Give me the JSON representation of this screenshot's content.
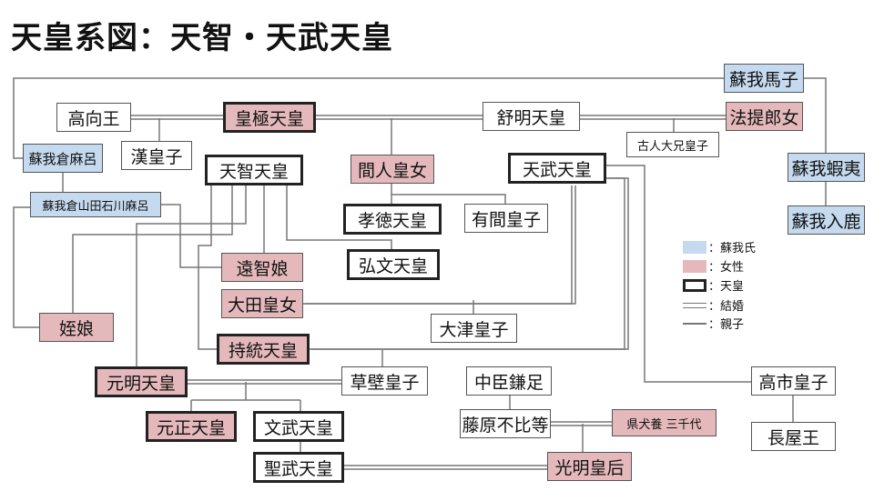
{
  "title": "天皇系図：天智・天武天皇",
  "nodes": {
    "soga_umako": "蘇我馬子",
    "kojin": "高向王",
    "kogyoku": "皇極天皇",
    "jomei": "舒明天皇",
    "hotei": "法提郎女",
    "kurayamada": "蘇我倉麻呂",
    "aya": "漢皇子",
    "furuhito": "古人大兄皇子",
    "emishi": "蘇我蝦夷",
    "tenji": "天智天皇",
    "hashihito": "間人皇女",
    "tenmu": "天武天皇",
    "iruka": "蘇我入鹿",
    "ishikawa": "蘇我倉山田石川麻呂",
    "kotoku": "孝徳天皇",
    "arima": "有間皇子",
    "ochi": "遠智娘",
    "kobun": "弘文天皇",
    "meinoiratsume": "姪娘",
    "ota": "大田皇女",
    "otsu": "大津皇子",
    "jito": "持統天皇",
    "genmei": "元明天皇",
    "kusakabe": "草壁皇子",
    "nakatomi": "中臣鎌足",
    "takechi": "高市皇子",
    "gensho": "元正天皇",
    "monmu": "文武天皇",
    "fujiwara": "藤原不比等",
    "michiyo": "県犬養 三千代",
    "nagaya": "長屋王",
    "shomu": "聖武天皇",
    "komyo": "光明皇后"
  },
  "legend": {
    "soga": "：蘇我氏",
    "female": "：女性",
    "emperor": "：天皇",
    "marriage": "：結婚",
    "parent": "：親子"
  },
  "colors": {
    "soga": "#c5d9ef",
    "female": "#e5b9bb",
    "line": "#777777"
  }
}
